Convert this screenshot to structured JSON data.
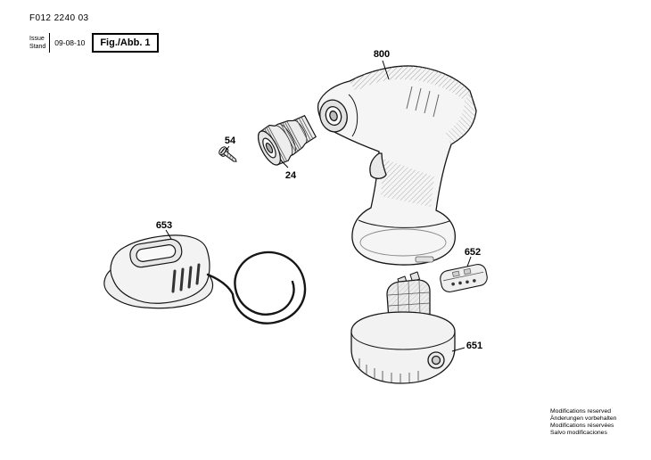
{
  "document": {
    "part_number": "F012 2240 03",
    "issue_label": "Issue",
    "stand_label": "Stand",
    "issue_date": "09-08-10",
    "figure_label": "Fig./Abb. 1"
  },
  "parts": {
    "drill": "800",
    "chuck": "24",
    "screw": "54",
    "charger": "653",
    "clip": "652",
    "battery": "651"
  },
  "footer": {
    "lines": [
      "Modifications reserved",
      "Änderungen vorbehalten",
      "Modifications réservées",
      "Salvo modificaciones"
    ]
  }
}
